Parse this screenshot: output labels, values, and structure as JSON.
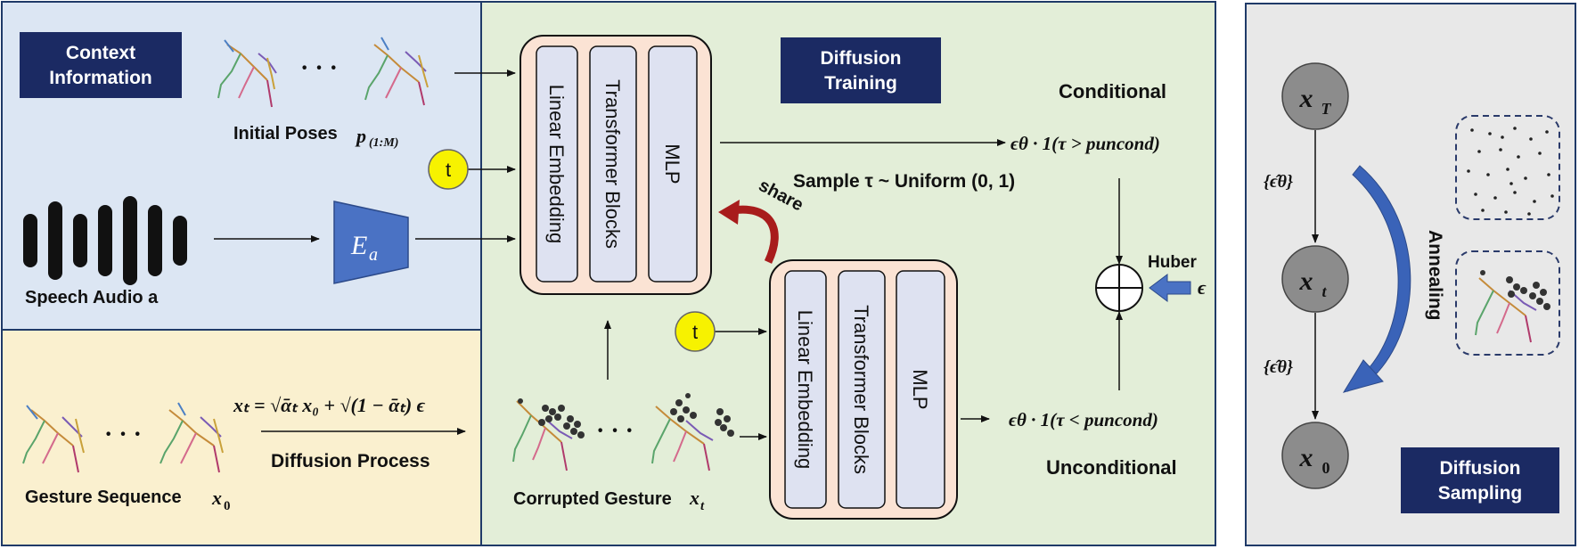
{
  "context": {
    "badge": [
      "Context",
      "Information"
    ],
    "initial_poses_label": "Initial Poses",
    "initial_poses_symbol": "p",
    "initial_poses_sub": "(1:M)",
    "ellipsis": "· · ·",
    "t_label": "t",
    "speech_label": "Speech Audio a",
    "encoder_symbol": "E",
    "encoder_sub": "a"
  },
  "process": {
    "gesture_label": "Gesture Sequence",
    "gesture_symbol": "x",
    "gesture_sub": "0",
    "formula": "xₜ = √ᾱₜ x₀ + √(1 − ᾱₜ) ϵ",
    "diffusion_process_label": "Diffusion Process",
    "ellipsis": "· · ·"
  },
  "training": {
    "badge": [
      "Diffusion",
      "Training"
    ],
    "block_labels": [
      "Linear Embedding",
      "Transformer Blocks",
      "MLP"
    ],
    "share_label": "share",
    "t_label": "t",
    "sample_label": "Sample τ ~ Uniform (0, 1)",
    "conditional_label": "Conditional",
    "unconditional_label": "Unconditional",
    "cond_formula": "ϵθ · 1(τ > puncond)",
    "uncond_formula": "ϵθ · 1(τ < puncond)",
    "huber_label": "Huber",
    "epsilon_label": "ϵ",
    "corrupted_label": "Corrupted Gesture",
    "corrupted_symbol": "x",
    "corrupted_sub": "t",
    "ellipsis": "· · ·"
  },
  "sampling": {
    "badge": [
      "Diffusion",
      "Sampling"
    ],
    "nodes": [
      {
        "main": "x",
        "sub": "T"
      },
      {
        "main": "x",
        "sub": "t"
      },
      {
        "main": "x",
        "sub": "0"
      }
    ],
    "edge_label": "{ϵ̂θ}",
    "annealing_label": "Annealing"
  },
  "colors": {
    "context_bg": "#dce6f3",
    "process_bg": "#faf0cf",
    "training_bg": "#e3eed8",
    "sampling_bg": "#e8e8e8",
    "badge_bg": "#1b2a63",
    "block_container": "#fbe3d4",
    "block_bar": "#dee2f1",
    "encoder": "#4a72c4",
    "t_circle": "#f7f200",
    "node_fill": "#8c8c8c",
    "arc": "#3a63b8",
    "share_arrow": "#a81c1c"
  }
}
